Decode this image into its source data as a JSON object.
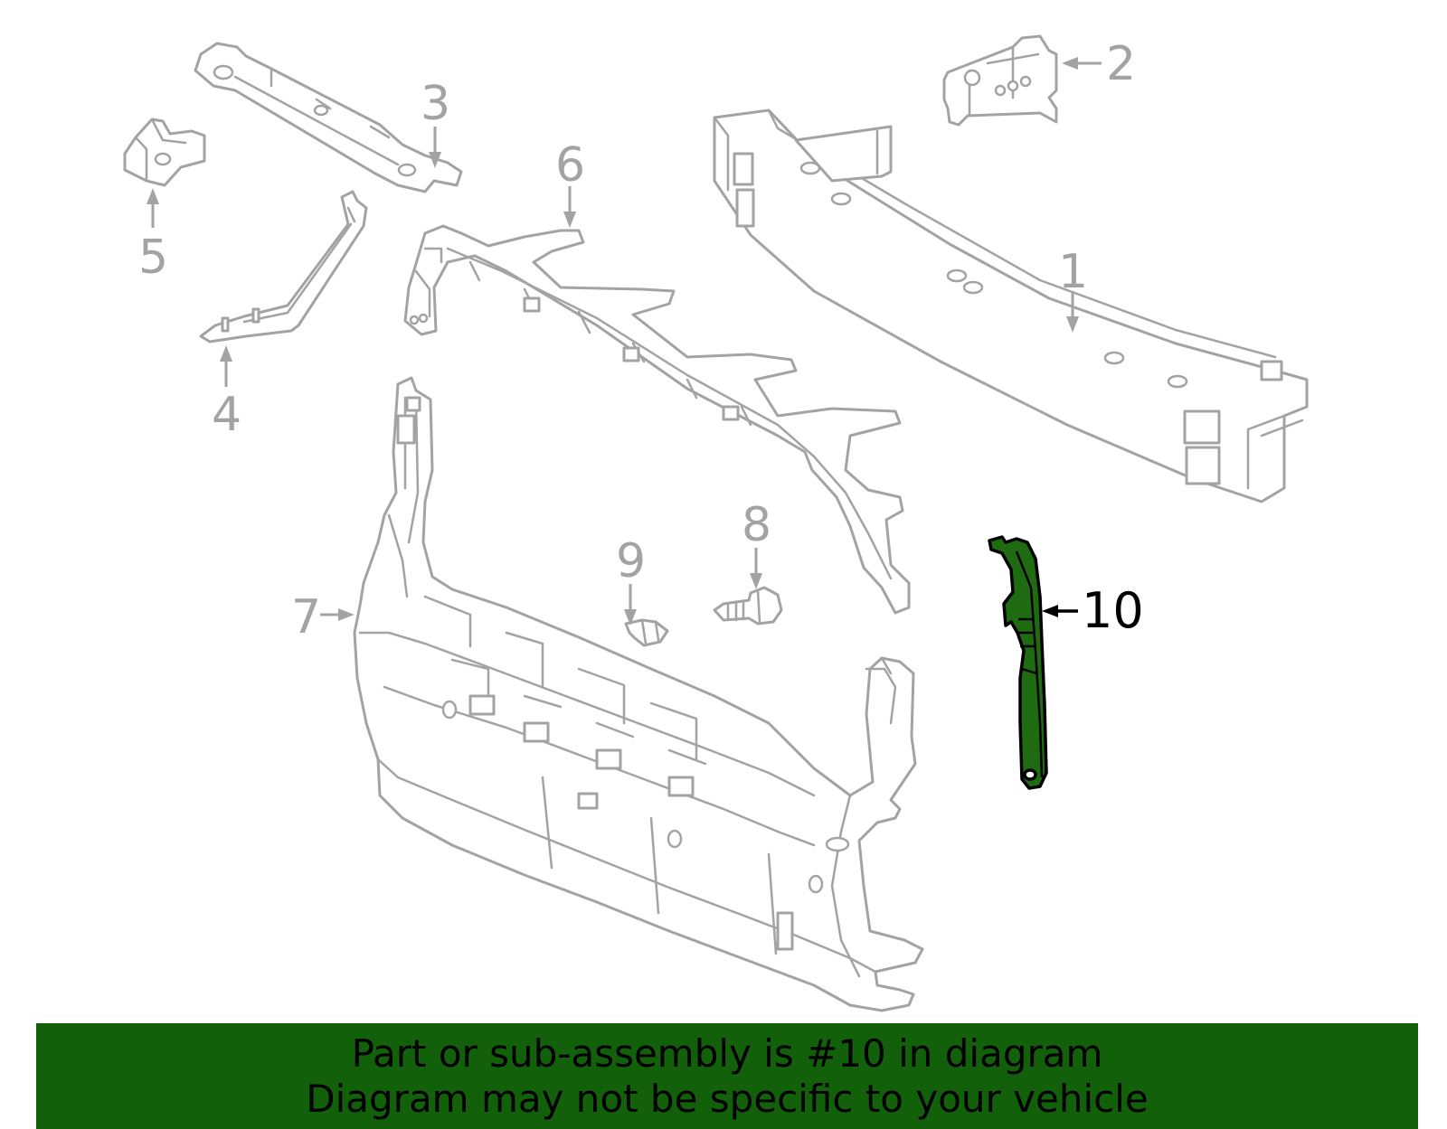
{
  "diagram": {
    "callouts": [
      {
        "id": "1",
        "label": "1"
      },
      {
        "id": "2",
        "label": "2"
      },
      {
        "id": "3",
        "label": "3"
      },
      {
        "id": "4",
        "label": "4"
      },
      {
        "id": "5",
        "label": "5"
      },
      {
        "id": "6",
        "label": "6"
      },
      {
        "id": "7",
        "label": "7"
      },
      {
        "id": "8",
        "label": "8"
      },
      {
        "id": "9",
        "label": "9"
      },
      {
        "id": "10",
        "label": "10",
        "highlighted": true
      }
    ],
    "colors": {
      "part_line": "#a3a3a3",
      "highlight_fill": "#1e6b12",
      "highlight_line": "#000000",
      "banner_bg": "#12600a",
      "banner_text": "#000000"
    }
  },
  "banner": {
    "line1": "Part or sub-assembly is #10 in diagram",
    "line2": "Diagram may not be specific to your vehicle"
  }
}
